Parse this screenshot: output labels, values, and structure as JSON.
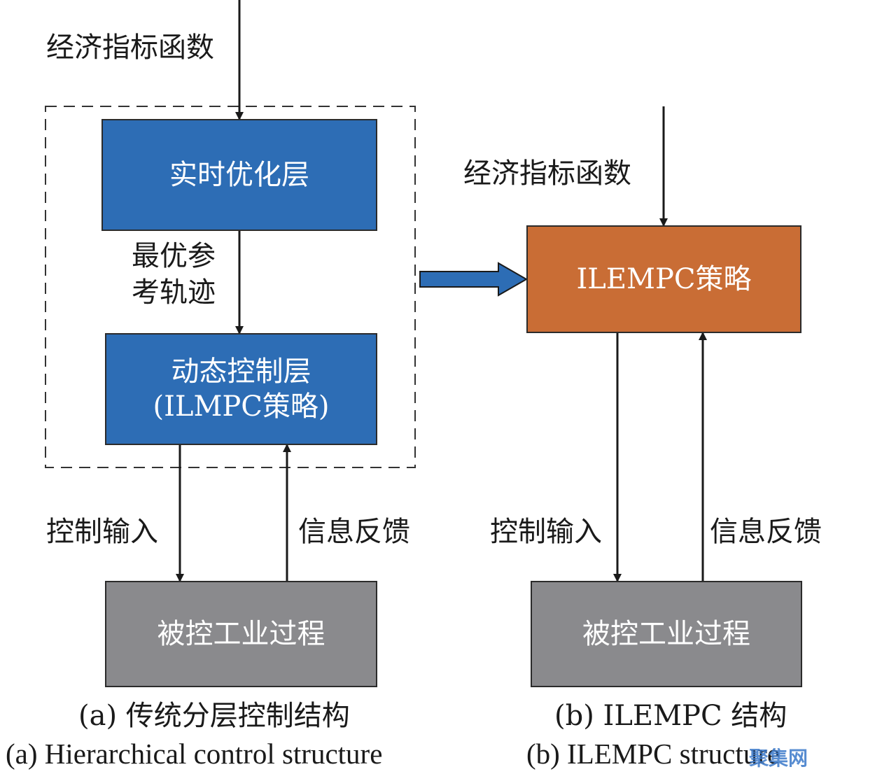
{
  "colors": {
    "blue_box": "#2d6db5",
    "orange_box": "#c96d35",
    "gray_box": "#8a8a8d",
    "arrow": "#1a1a1a",
    "big_arrow": "#2d6db5"
  },
  "left": {
    "input_label": "经济指标函数",
    "rto_box": "实时优化层",
    "ref_label_line1": "最优参",
    "ref_label_line2": "考轨迹",
    "dyn_box_line1": "动态控制层",
    "dyn_box_line2": "(ILMPC策略)",
    "control_input_label": "控制输入",
    "feedback_label": "信息反馈",
    "process_box": "被控工业过程",
    "caption_cn": "(a) 传统分层控制结构",
    "caption_en": "(a) Hierarchical control structure"
  },
  "right": {
    "input_label": "经济指标函数",
    "strategy_box": "ILEMPC策略",
    "control_input_label": "控制输入",
    "feedback_label": "信息反馈",
    "process_box": "被控工业过程",
    "caption_cn": "(b) ILEMPC 结构",
    "caption_en": "(b) ILEMPC structure"
  },
  "watermark": "聚集网"
}
